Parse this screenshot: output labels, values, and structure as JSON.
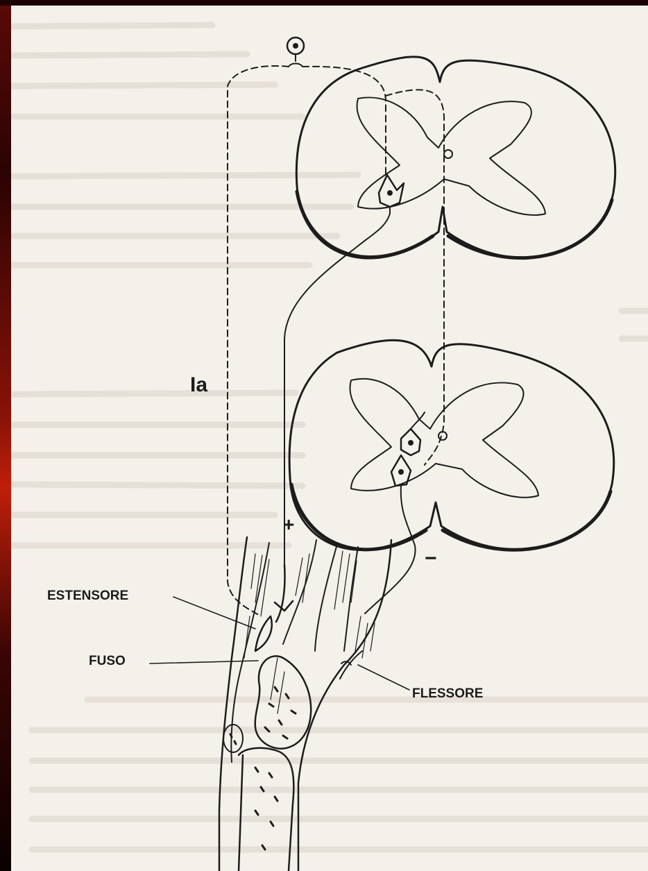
{
  "labels": {
    "ia": "Ia",
    "excitatory": "+",
    "inhibitory": "−",
    "extensor": "ESTENSORE",
    "spindle": "FUSO",
    "flexor": "FLESSORE"
  },
  "colors": {
    "ink": "#1c1c1c",
    "paper": "#f4f1ea",
    "background": "#3a0606"
  },
  "icons": {
    "ganglion": "dorsal-root-ganglion-icon",
    "neuron": "neuron-soma-icon"
  }
}
